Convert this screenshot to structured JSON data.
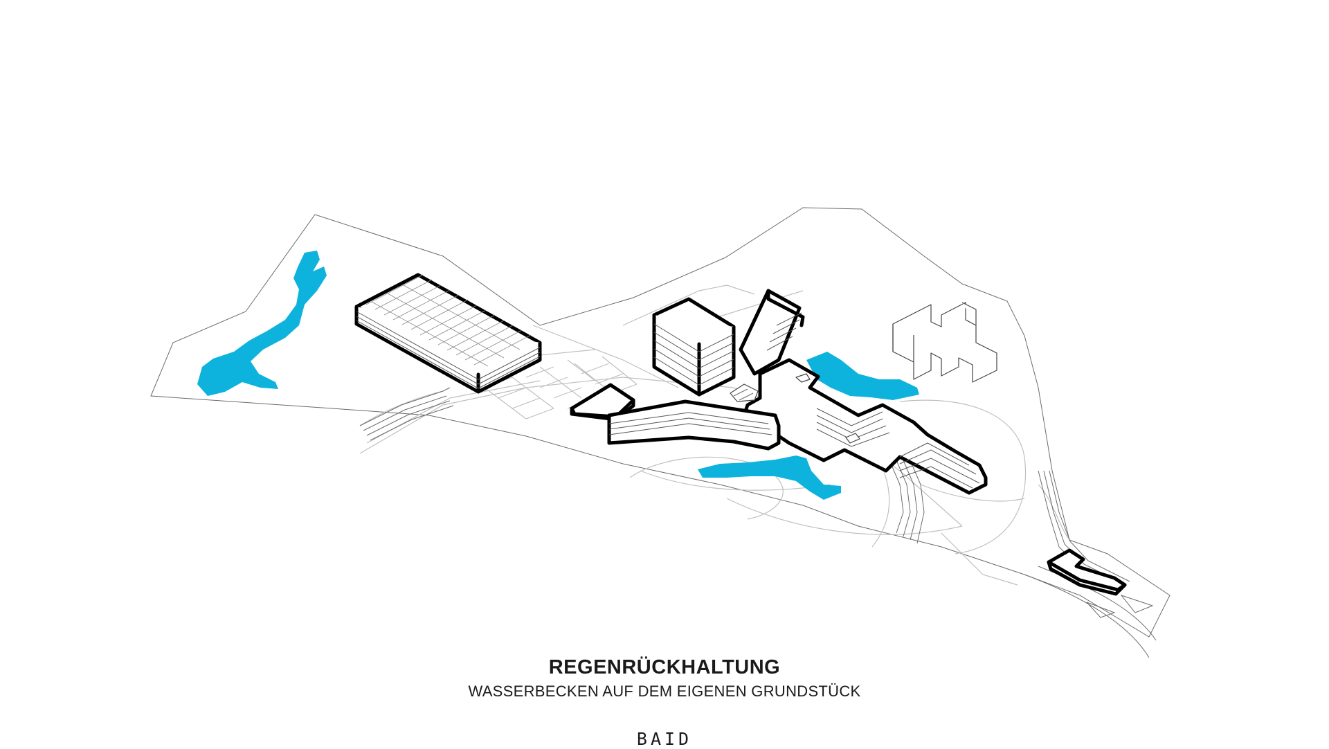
{
  "title": "REGENRÜCKHALTUNG",
  "subtitle": "WASSERBECKEN AUF DEM EIGENEN GRUNDSTÜCK",
  "logo": "BAID",
  "colors": {
    "water": "#0db3dc",
    "outline": "#000000",
    "context": "#6b6b6b",
    "background": "#ffffff"
  }
}
